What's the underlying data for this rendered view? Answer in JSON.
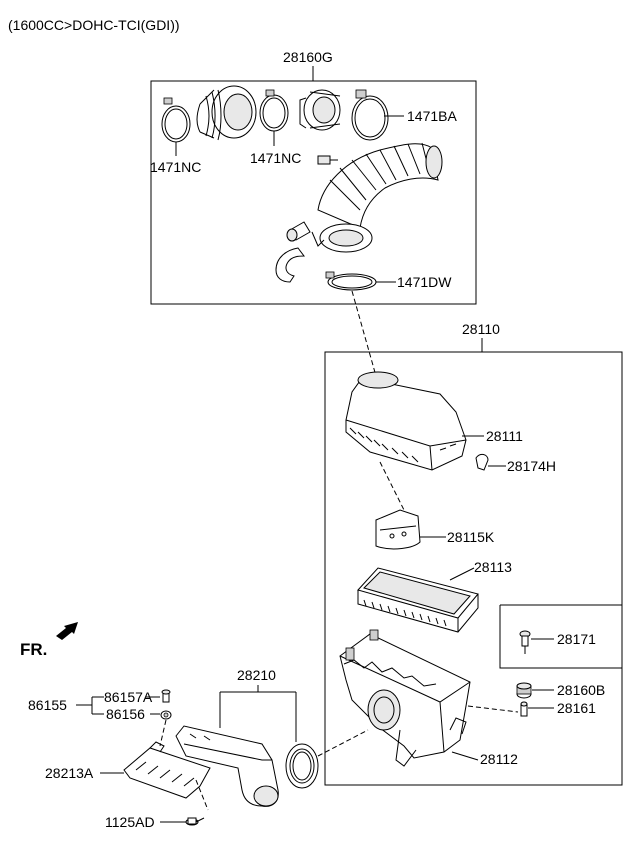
{
  "header": {
    "engine_spec": "(1600CC>DOHC-TCI(GDI))"
  },
  "orientation": {
    "front_label": "FR."
  },
  "labels": {
    "l28160G": "28160G",
    "l1471BA": "1471BA",
    "l1471NC_a": "1471NC",
    "l1471NC_b": "1471NC",
    "l1471DW": "1471DW",
    "l28110": "28110",
    "l28111": "28111",
    "l28174H": "28174H",
    "l28115K": "28115K",
    "l28113": "28113",
    "l28171": "28171",
    "l28160B": "28160B",
    "l28161": "28161",
    "l28112": "28112",
    "l28210": "28210",
    "l86155": "86155",
    "l86157A": "86157A",
    "l86156": "86156",
    "l28213A": "28213A",
    "l1125AD": "1125AD"
  }
}
